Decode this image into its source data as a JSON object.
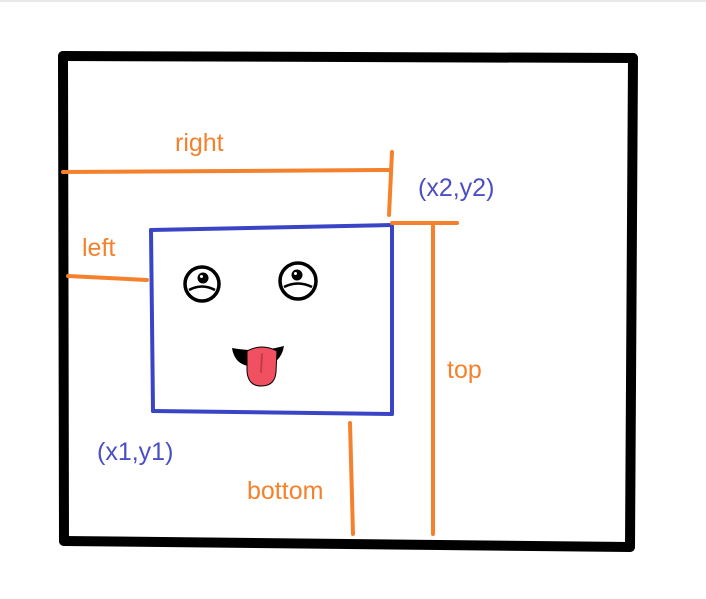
{
  "labels": {
    "right": "right",
    "left": "left",
    "top": "top",
    "bottom": "bottom",
    "corner_x2y2": "(x2,y2)",
    "corner_x1y1": "(x1,y1)"
  },
  "colors": {
    "frame": "#000000",
    "box": "#3a44c6",
    "measure": "#f5812c",
    "corner_label": "#4a4fc4",
    "tongue": "#f0505f",
    "page_rule": "#d0d0d0"
  },
  "icons": {
    "face": "tongue-out-face-icon"
  }
}
